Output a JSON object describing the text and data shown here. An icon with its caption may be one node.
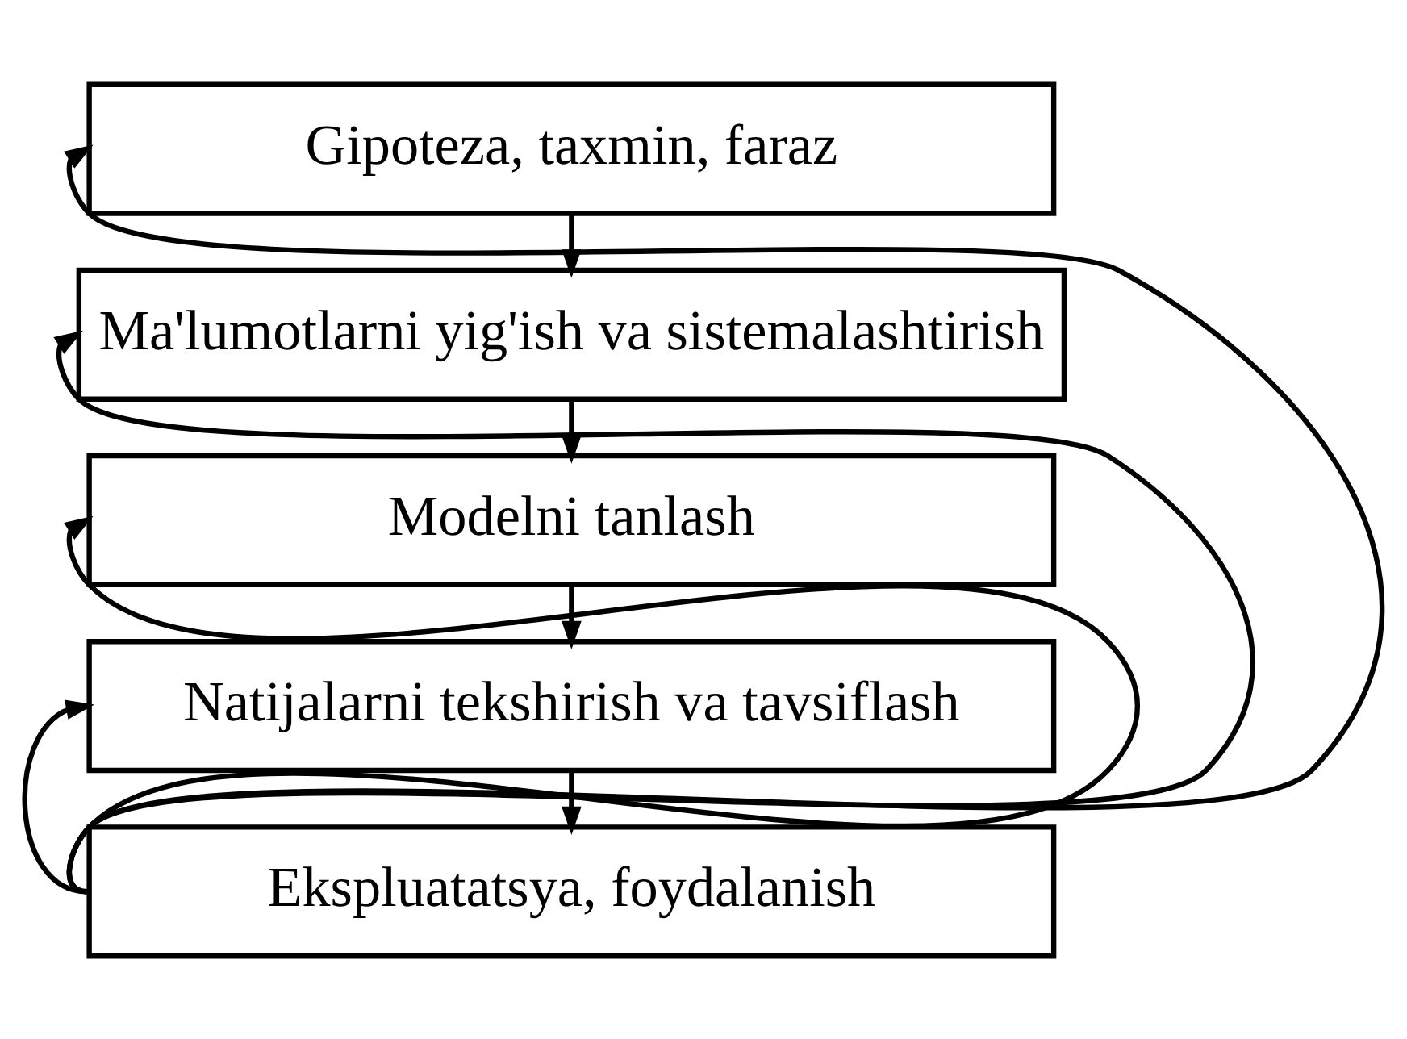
{
  "diagram": {
    "nodes": [
      {
        "text": [
          "Gipoteza, taxmin, faraz"
        ]
      },
      {
        "text": [
          "Ma'lumotlarni yig'ish va sistemalashtirish"
        ]
      },
      {
        "text": [
          "Modelni tanlash"
        ]
      },
      {
        "text": [
          "Natijalarni tekshirish va tavsiflash"
        ]
      },
      {
        "text": [
          "Ekspluatatsya, foydalanish"
        ]
      }
    ],
    "edges": [
      {
        "from": 0,
        "to": 1,
        "arrow": "to"
      },
      {
        "from": 1,
        "to": 2,
        "arrow": "to"
      },
      {
        "from": 2,
        "to": 3,
        "arrow": "to"
      },
      {
        "from": 3,
        "to": 4,
        "arrow": "to"
      },
      {
        "from": 4,
        "to": 0,
        "arrow": "to"
      },
      {
        "from": 4,
        "to": 1,
        "arrow": "to"
      },
      {
        "from": 4,
        "to": 2,
        "arrow": "to"
      },
      {
        "from": 4,
        "to": 3,
        "arrow": "to"
      }
    ]
  }
}
